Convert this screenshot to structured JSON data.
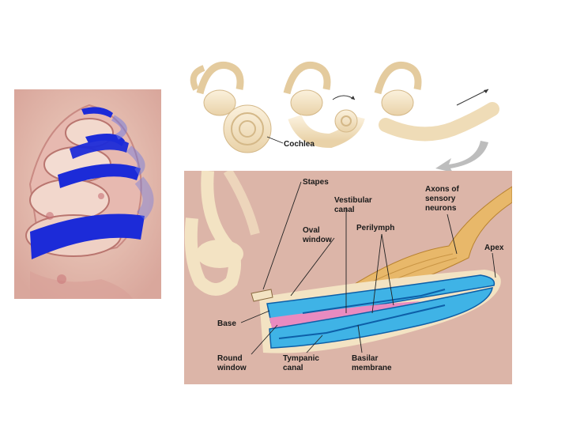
{
  "figure": {
    "top_strip": {
      "cochlea_label": "Cochlea"
    },
    "main_diagram": {
      "labels": {
        "stapes": "Stapes",
        "vestibular_canal_line1": "Vestibular",
        "vestibular_canal_line2": "canal",
        "axons_line1": "Axons of",
        "axons_line2": "sensory",
        "axons_line3": "neurons",
        "oval_window_line1": "Oval",
        "oval_window_line2": "window",
        "perilymph": "Perilymph",
        "apex": "Apex",
        "base": "Base",
        "round_window_line1": "Round",
        "round_window_line2": "window",
        "tympanic_canal_line1": "Tympanic",
        "tympanic_canal_line2": "canal",
        "basilar_membrane_line1": "Basilar",
        "basilar_membrane_line2": "membrane"
      }
    },
    "colors": {
      "duct_blue": "#3fb3e6",
      "duct_outline": "#0d5fa8",
      "membrane_pink": "#e98bc0",
      "nerve_tan": "#e8b86a",
      "bone_cream": "#f3e3c3",
      "spiral_blue": "#1c2bd8",
      "tissue_pink": "#e9c3b7",
      "background_tan": "#dcb5a8"
    }
  }
}
